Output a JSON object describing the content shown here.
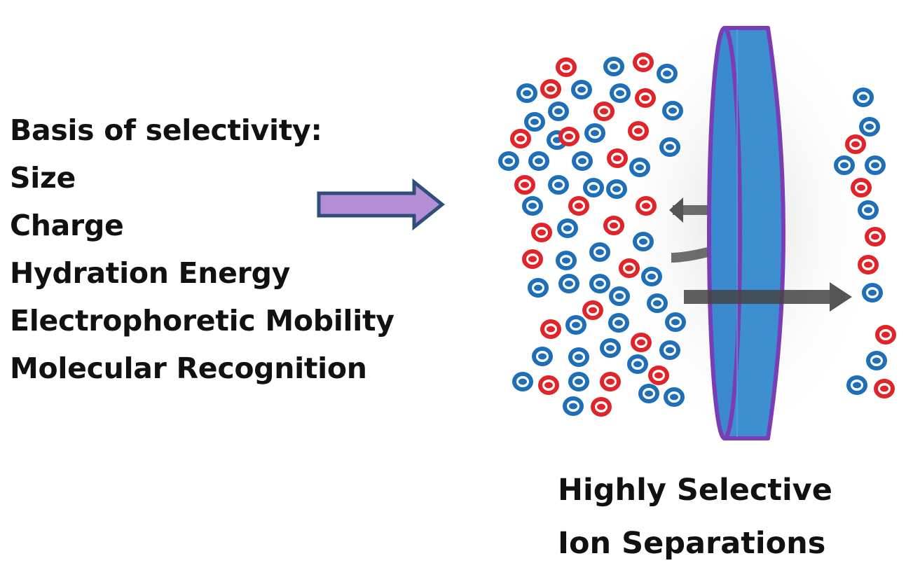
{
  "basis": {
    "heading": "Basis of selectivity:",
    "items": [
      "Size",
      "Charge",
      "Hydration Energy",
      "Electrophoretic Mobility",
      "Molecular Recognition"
    ]
  },
  "caption": {
    "line1": "Highly Selective",
    "line2": "Ion Separations"
  },
  "colors": {
    "blue_ion": "#1f6fb8",
    "red_ion": "#e0242a",
    "membrane_fill": "#3d8fd0",
    "membrane_edge": "#7a3db5",
    "arrow_fill": "#b48fd6",
    "arrow_edge": "#2f4f7a",
    "flow_arrow": "#555555"
  },
  "ions": {
    "feed": [
      [
        "r",
        808,
        96
      ],
      [
        "b",
        876,
        95
      ],
      [
        "r",
        918,
        89
      ],
      [
        "b",
        952,
        105
      ],
      [
        "b",
        752,
        133
      ],
      [
        "r",
        786,
        127
      ],
      [
        "b",
        830,
        128
      ],
      [
        "b",
        885,
        133
      ],
      [
        "r",
        921,
        140
      ],
      [
        "b",
        763,
        174
      ],
      [
        "b",
        797,
        159
      ],
      [
        "r",
        862,
        159
      ],
      [
        "b",
        960,
        158
      ],
      [
        "r",
        743,
        198
      ],
      [
        "b",
        795,
        200
      ],
      [
        "r",
        812,
        195
      ],
      [
        "b",
        849,
        190
      ],
      [
        "r",
        911,
        187
      ],
      [
        "b",
        726,
        230
      ],
      [
        "b",
        769,
        230
      ],
      [
        "b",
        831,
        230
      ],
      [
        "r",
        881,
        226
      ],
      [
        "b",
        913,
        239
      ],
      [
        "b",
        956,
        210
      ],
      [
        "r",
        749,
        264
      ],
      [
        "b",
        797,
        264
      ],
      [
        "b",
        847,
        268
      ],
      [
        "b",
        880,
        270
      ],
      [
        "b",
        760,
        294
      ],
      [
        "r",
        826,
        294
      ],
      [
        "r",
        922,
        294
      ],
      [
        "r",
        773,
        332
      ],
      [
        "b",
        810,
        326
      ],
      [
        "r",
        876,
        322
      ],
      [
        "b",
        918,
        345
      ],
      [
        "r",
        760,
        370
      ],
      [
        "b",
        808,
        372
      ],
      [
        "b",
        856,
        360
      ],
      [
        "r",
        898,
        383
      ],
      [
        "b",
        768,
        411
      ],
      [
        "b",
        812,
        405
      ],
      [
        "b",
        856,
        405
      ],
      [
        "b",
        884,
        423
      ],
      [
        "b",
        930,
        395
      ],
      [
        "r",
        846,
        443
      ],
      [
        "b",
        938,
        433
      ],
      [
        "r",
        786,
        470
      ],
      [
        "b",
        822,
        464
      ],
      [
        "b",
        883,
        461
      ],
      [
        "b",
        964,
        460
      ],
      [
        "b",
        774,
        509
      ],
      [
        "b",
        826,
        510
      ],
      [
        "b",
        871,
        497
      ],
      [
        "r",
        915,
        489
      ],
      [
        "b",
        956,
        500
      ],
      [
        "b",
        746,
        545
      ],
      [
        "r",
        783,
        550
      ],
      [
        "b",
        826,
        545
      ],
      [
        "r",
        871,
        545
      ],
      [
        "b",
        910,
        520
      ],
      [
        "r",
        940,
        536
      ],
      [
        "b",
        818,
        580
      ],
      [
        "r",
        858,
        581
      ],
      [
        "b",
        926,
        562
      ],
      [
        "b",
        962,
        567
      ]
    ],
    "permeate": [
      [
        "b",
        1232,
        139
      ],
      [
        "b",
        1241,
        181
      ],
      [
        "r",
        1221,
        206
      ],
      [
        "b",
        1205,
        236
      ],
      [
        "b",
        1249,
        236
      ],
      [
        "r",
        1229,
        268
      ],
      [
        "b",
        1239,
        300
      ],
      [
        "r",
        1249,
        338
      ],
      [
        "r",
        1239,
        378
      ],
      [
        "b",
        1245,
        418
      ],
      [
        "r",
        1264,
        478
      ],
      [
        "b",
        1251,
        515
      ],
      [
        "b",
        1223,
        550
      ],
      [
        "r",
        1262,
        555
      ]
    ]
  }
}
